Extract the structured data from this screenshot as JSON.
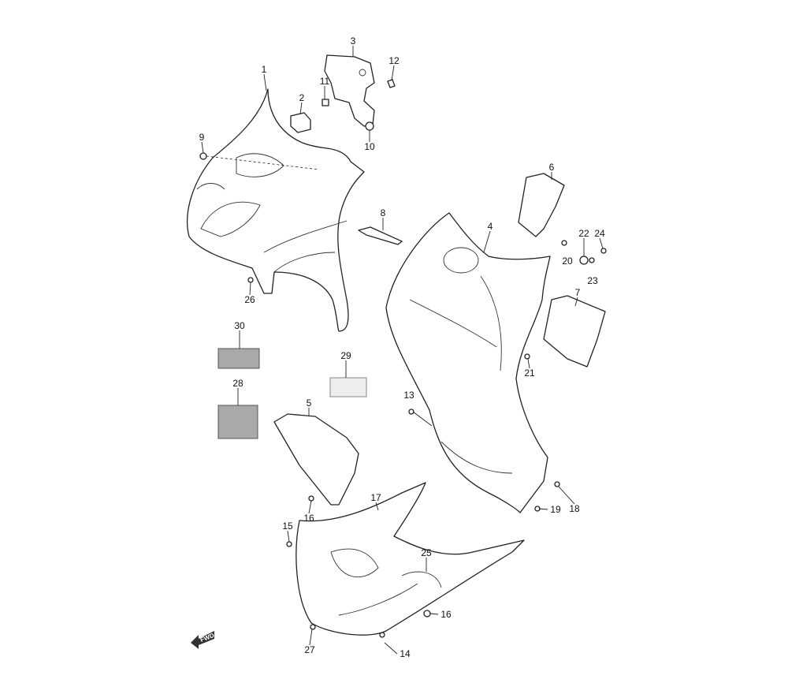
{
  "diagram": {
    "title": "Front leg shield / cowling parts diagram",
    "callouts": [
      "1",
      "2",
      "3",
      "12",
      "11",
      "9",
      "10",
      "6",
      "8",
      "4",
      "22",
      "24",
      "20",
      "23",
      "7",
      "26",
      "30",
      "29",
      "21",
      "28",
      "13",
      "5",
      "17",
      "16",
      "19",
      "18",
      "15",
      "25",
      "16",
      "27",
      "14"
    ],
    "fwd_label": "FWD"
  }
}
